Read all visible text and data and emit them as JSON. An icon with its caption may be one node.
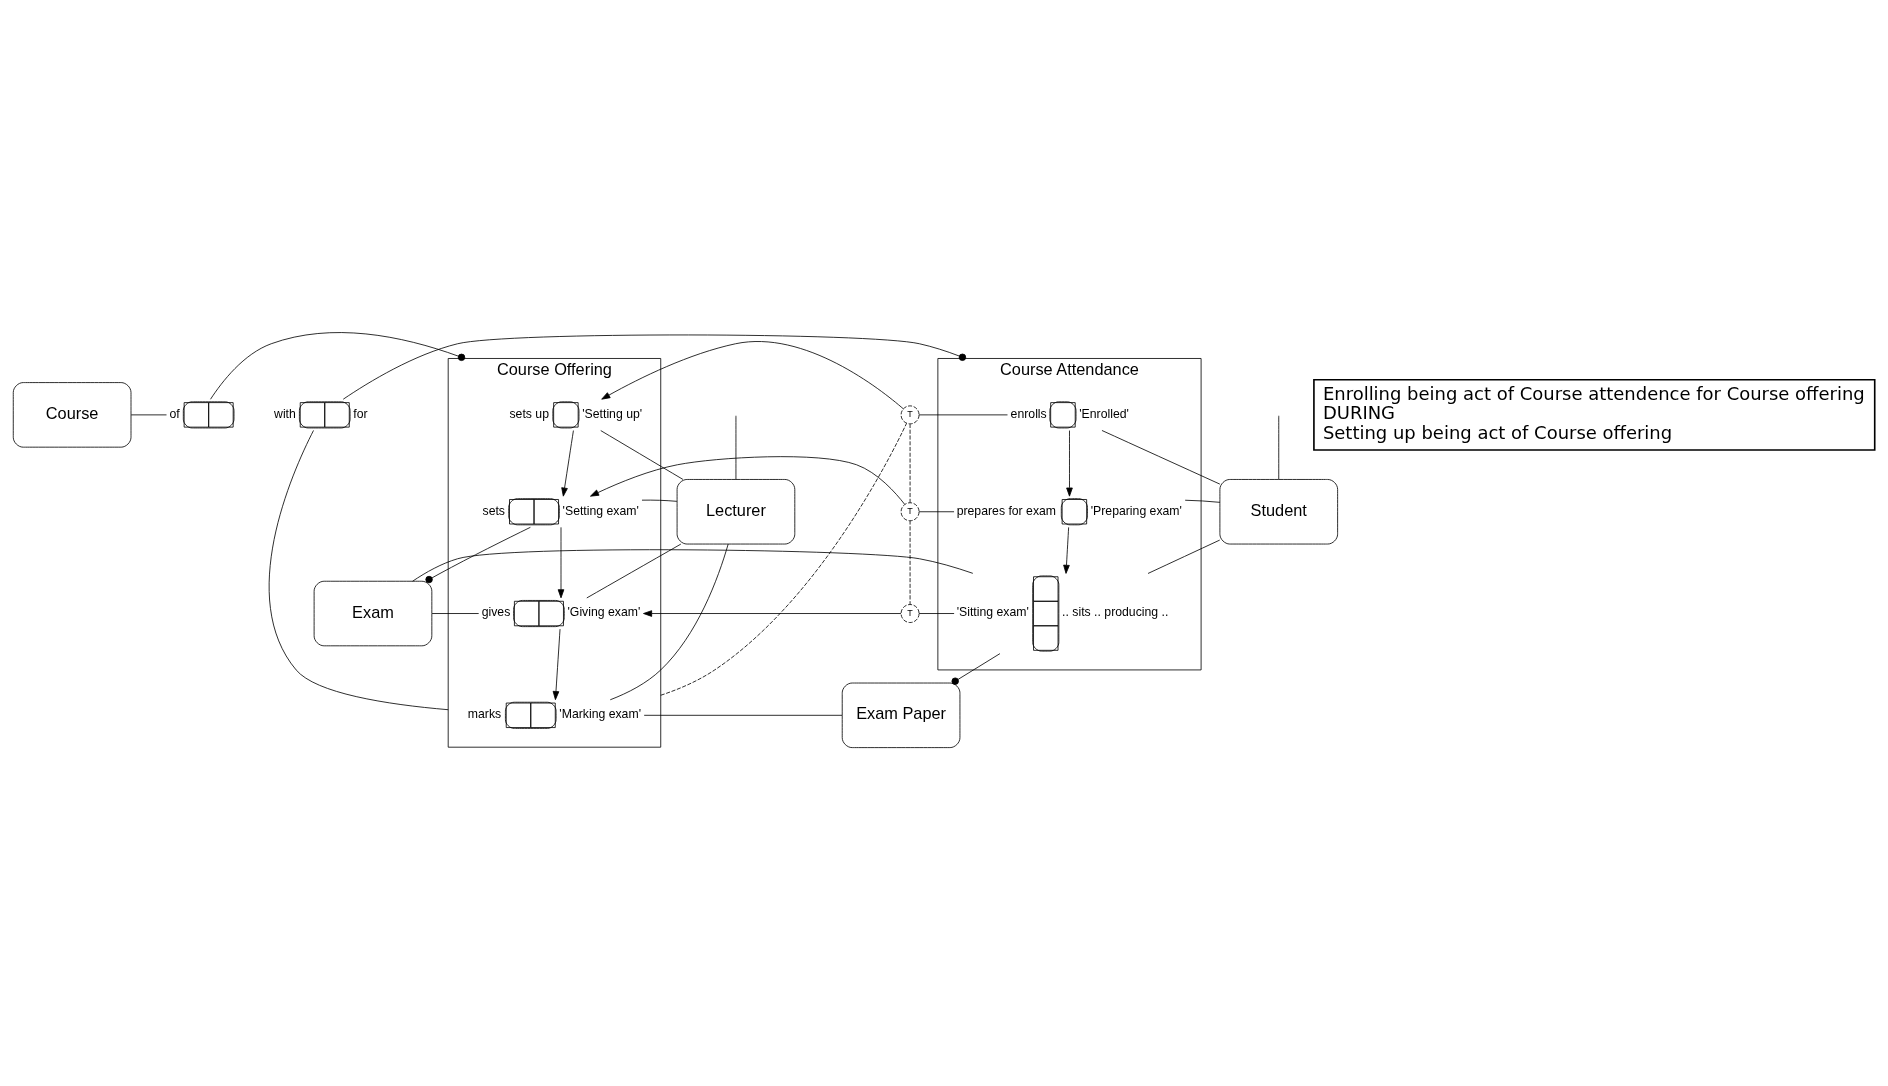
{
  "diagram": {
    "nodes": [
      {
        "text": [
          "Course"
        ]
      },
      {
        "text": [
          "Course Offering"
        ]
      },
      {
        "text": [
          "Course Attendance"
        ]
      },
      {
        "text": [],
        "shape": "box",
        "beside": [
          "of"
        ]
      },
      {
        "text": [],
        "shape": "box",
        "beside": [
          "with",
          "for"
        ]
      },
      {
        "text": [],
        "shape": "box",
        "in": 1,
        "beside": [
          "sets up",
          "'Setting up'"
        ]
      },
      {
        "text": [],
        "shape": "box",
        "in": 1,
        "beside": [
          "sets",
          "'Setting exam'"
        ]
      },
      {
        "text": [],
        "shape": "box",
        "in": 1,
        "beside": [
          "gives",
          "'Giving exam'"
        ]
      },
      {
        "text": [],
        "shape": "box",
        "in": 1,
        "beside": [
          "marks",
          "'Marking exam'"
        ]
      },
      {
        "text": [],
        "shape": "box",
        "in": 2,
        "beside": [
          "enrolls",
          "'Enrolled'"
        ]
      },
      {
        "text": [],
        "shape": "box",
        "in": 2,
        "beside": [
          "prepares for exam",
          "'Preparing exam'"
        ]
      },
      {
        "text": [],
        "shape": "box",
        "in": 2,
        "beside": [
          "'Sitting exam'",
          ".. sits .. producing .."
        ]
      },
      {
        "text": [
          "T"
        ]
      },
      {
        "text": [
          "T"
        ]
      },
      {
        "text": [
          "T"
        ]
      },
      {
        "text": [
          "Lecturer"
        ]
      },
      {
        "text": [
          "Student"
        ]
      },
      {
        "text": [
          "Exam"
        ]
      },
      {
        "text": [
          "Exam Paper"
        ]
      },
      {
        "text": [
          "Enrolling being act of Course attendence for Course offering",
          "DURING",
          "Setting up being act of Course offering"
        ]
      }
    ],
    "edges": [
      {
        "from": 0,
        "to": 3,
        "arrow": "none"
      },
      {
        "from": 3,
        "to": 1,
        "arrow": "other"
      },
      {
        "from": 1,
        "to": 4,
        "arrow": "none"
      },
      {
        "from": 4,
        "to": 2,
        "arrow": "other"
      },
      {
        "from": 9,
        "to": 12,
        "arrow": "none"
      },
      {
        "from": 12,
        "to": 5,
        "arrow": "to"
      },
      {
        "from": 10,
        "to": 13,
        "arrow": "none"
      },
      {
        "from": 13,
        "to": 6,
        "arrow": "to"
      },
      {
        "from": 11,
        "to": 14,
        "arrow": "none"
      },
      {
        "from": 14,
        "to": 7,
        "arrow": "to"
      },
      {
        "from": 1,
        "to": 12,
        "arrow": "none",
        "style": "dashed"
      },
      {
        "from": 12,
        "to": 13,
        "arrow": "none",
        "style": "dashed"
      },
      {
        "from": 13,
        "to": 14,
        "arrow": "none",
        "style": "dashed"
      },
      {
        "from": 5,
        "to": 6,
        "arrow": "to"
      },
      {
        "from": 6,
        "to": 7,
        "arrow": "to"
      },
      {
        "from": 7,
        "to": 8,
        "arrow": "to"
      },
      {
        "from": 9,
        "to": 10,
        "arrow": "to"
      },
      {
        "from": 10,
        "to": 11,
        "arrow": "to"
      },
      {
        "from": 15,
        "to": 5,
        "arrow": "none"
      },
      {
        "from": null,
        "to": 15,
        "arrow": "none"
      },
      {
        "from": 15,
        "to": 6,
        "arrow": "none"
      },
      {
        "from": 15,
        "to": 7,
        "arrow": "none"
      },
      {
        "from": 15,
        "to": 8,
        "arrow": "none"
      },
      {
        "from": 6,
        "to": 17,
        "arrow": "other"
      },
      {
        "from": 7,
        "to": 17,
        "arrow": "none"
      },
      {
        "from": 17,
        "to": 11,
        "arrow": "none"
      },
      {
        "from": 8,
        "to": 18,
        "arrow": "none"
      },
      {
        "from": 11,
        "to": 18,
        "arrow": "other"
      },
      {
        "from": 9,
        "to": 16,
        "arrow": "none"
      },
      {
        "from": null,
        "to": 16,
        "arrow": "none"
      },
      {
        "from": 10,
        "to": 16,
        "arrow": "none"
      },
      {
        "from": 11,
        "to": 16,
        "arrow": "none"
      }
    ]
  }
}
